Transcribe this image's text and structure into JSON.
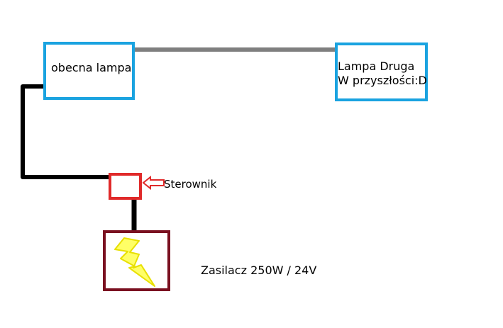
{
  "lamp_current": {
    "label": "obecna lampa"
  },
  "lamp_second": {
    "line1": "Lampa Druga",
    "line2": "W przyszłości:D"
  },
  "controller": {
    "label": "Sterownik"
  },
  "power_supply": {
    "label": "Zasilacz 250W / 24V"
  },
  "colors": {
    "lamp_border": "#1aa3e0",
    "wire_black": "#000000",
    "wire_gray": "#7f7f7f",
    "controller_border": "#e02a2a",
    "supply_border": "#7a1020",
    "bolt_fill": "#ffff66",
    "bolt_stroke": "#e8e000",
    "arrow": "#e02a2a"
  }
}
